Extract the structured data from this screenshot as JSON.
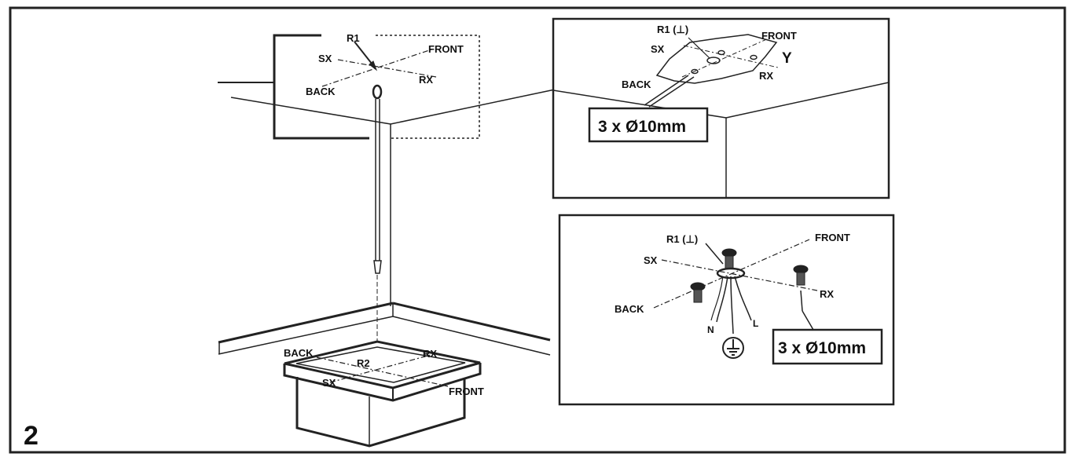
{
  "figure_number": "2",
  "main_view": {
    "ceiling_labels": {
      "r1": "R1",
      "sx": "SX",
      "front": "FRONT",
      "back": "BACK",
      "rx": "RX"
    },
    "hob_labels": {
      "back": "BACK",
      "r2": "R2",
      "rx": "RX",
      "sx": "SX",
      "front": "FRONT"
    }
  },
  "detail_top": {
    "r1": "R1 (⊥)",
    "front": "FRONT",
    "sx": "SX",
    "y": "Y",
    "rx": "RX",
    "back": "BACK",
    "holes": "3 x Ø10mm"
  },
  "detail_bottom": {
    "r1": "R1 (⊥)",
    "front": "FRONT",
    "sx": "SX",
    "rx": "RX",
    "back": "BACK",
    "n": "N",
    "l": "L",
    "holes": "3 x Ø10mm",
    "ground_icon": "ground-icon"
  }
}
